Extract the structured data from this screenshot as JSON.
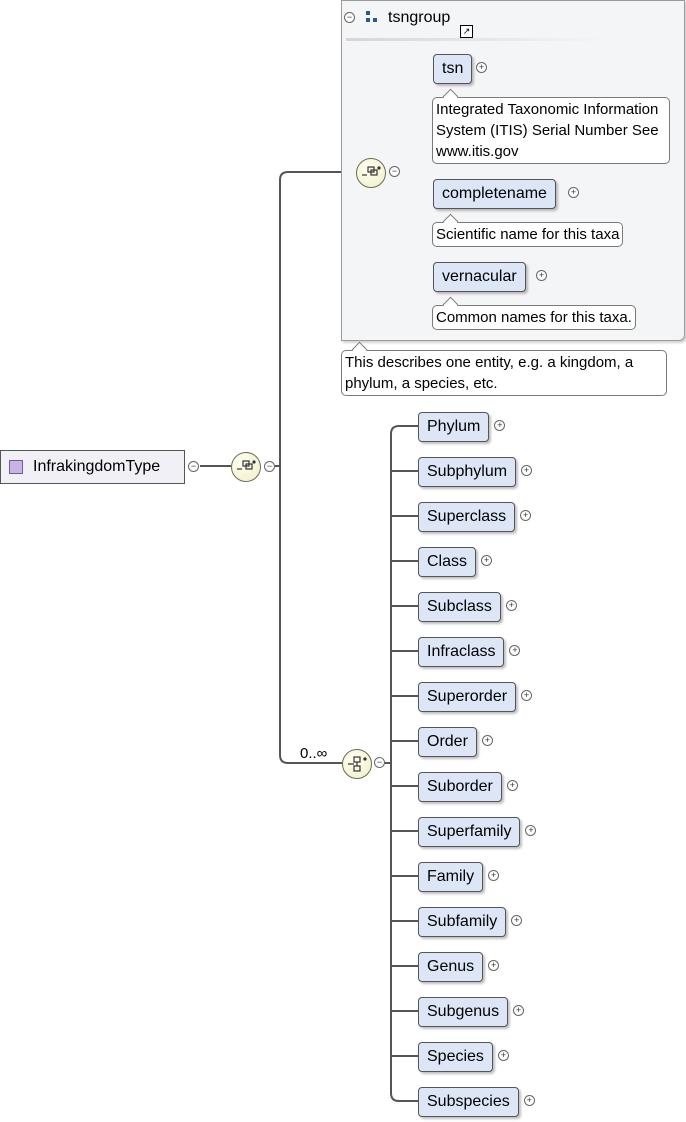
{
  "root": {
    "label": "InfrakingdomType"
  },
  "group": {
    "title": "tsngroup",
    "elements": [
      {
        "name": "tsn",
        "note": "Integrated Taxonomic Information System (ITIS) Serial Number See www.itis.gov"
      },
      {
        "name": "completename",
        "note": "Scientific name for this taxa"
      },
      {
        "name": "vernacular",
        "note": "Common names for this taxa."
      }
    ],
    "annotation": "This describes one entity, e.g. a kingdom, a phylum, a species, etc."
  },
  "choice": {
    "occurs": "0..∞",
    "elements": [
      "Phylum",
      "Subphylum",
      "Superclass",
      "Class",
      "Subclass",
      "Infraclass",
      "Superorder",
      "Order",
      "Suborder",
      "Superfamily",
      "Family",
      "Subfamily",
      "Genus",
      "Subgenus",
      "Species",
      "Subspecies"
    ]
  },
  "icons": {
    "expand": "plus-circle-icon",
    "collapse": "minus-circle-icon",
    "sequence": "sequence-icon",
    "choice": "choice-icon",
    "group": "group-icon",
    "external": "external-link-icon"
  },
  "colors": {
    "element_fill": "#dce6f6",
    "root_fill": "#f0f0f6",
    "group_fill": "#f4f5f6",
    "compositor_fill": "#f5f3d6"
  }
}
